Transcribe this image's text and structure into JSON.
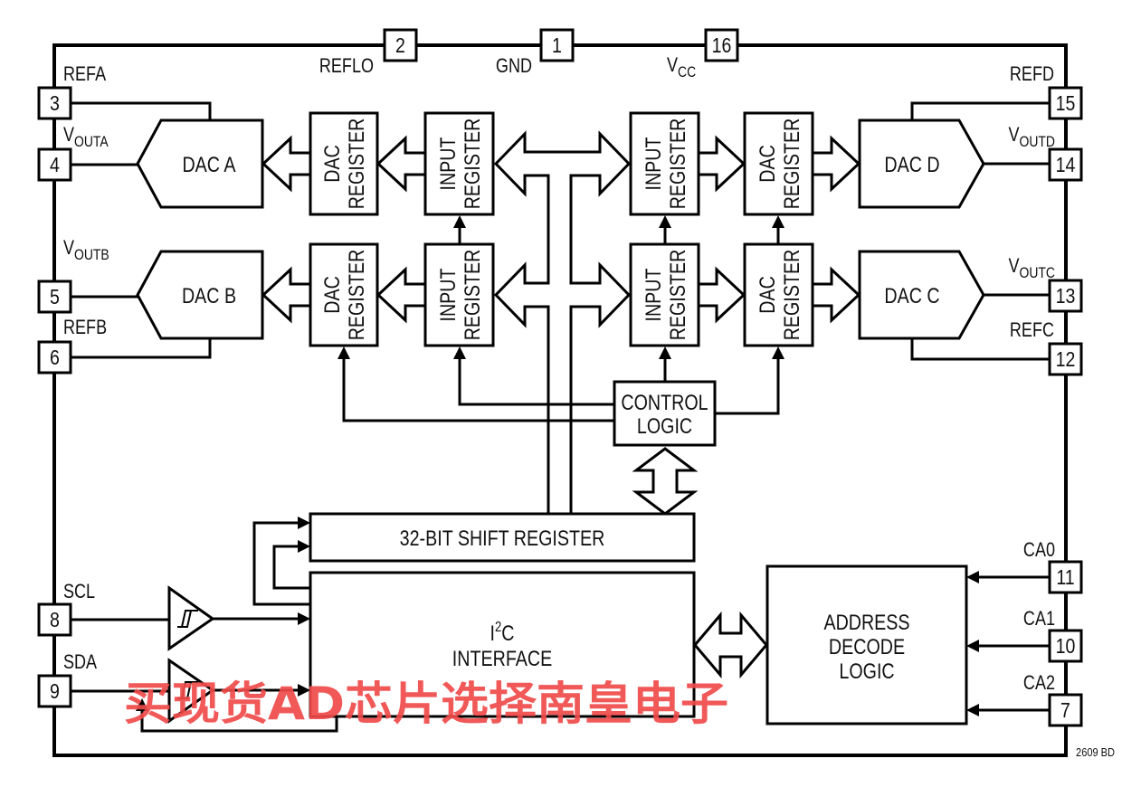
{
  "figure": {
    "ref": "2609 BD",
    "watermark": "买现货AD芯片选择南皇电子"
  },
  "colors": {
    "line": "#000000",
    "watermark": "#f04a4a"
  },
  "pins": {
    "p1": {
      "number": "1",
      "label": "GND"
    },
    "p2": {
      "number": "2",
      "label": "REFLO"
    },
    "p16": {
      "number": "16",
      "label_main": "V",
      "label_sub": "CC"
    },
    "p3": {
      "number": "3",
      "label": "REFA"
    },
    "p4": {
      "number": "4",
      "label_main": "V",
      "label_sub": "OUTA"
    },
    "p5": {
      "number": "5",
      "label_main": "V",
      "label_sub": "OUTB"
    },
    "p6": {
      "number": "6",
      "label": "REFB"
    },
    "p8": {
      "number": "8",
      "label": "SCL"
    },
    "p9": {
      "number": "9",
      "label": "SDA"
    },
    "p15": {
      "number": "15",
      "label": "REFD"
    },
    "p14": {
      "number": "14",
      "label_main": "V",
      "label_sub": "OUTD"
    },
    "p13": {
      "number": "13",
      "label_main": "V",
      "label_sub": "OUTC"
    },
    "p12": {
      "number": "12",
      "label": "REFC"
    },
    "p11": {
      "number": "11",
      "label": "CA0"
    },
    "p10": {
      "number": "10",
      "label": "CA1"
    },
    "p7": {
      "number": "7",
      "label": "CA2"
    }
  },
  "blocks": {
    "dac_a": "DAC A",
    "dac_b": "DAC B",
    "dac_c": "DAC C",
    "dac_d": "DAC D",
    "dac_register": {
      "line1": "DAC",
      "line2": "REGISTER"
    },
    "input_register": {
      "line1": "INPUT",
      "line2": "REGISTER"
    },
    "control_logic": {
      "line1": "CONTROL",
      "line2": "LOGIC"
    },
    "shift_register": "32-BIT SHIFT REGISTER",
    "i2c_interface": {
      "prefix": "I",
      "sup": "2",
      "suffix": "C",
      "line2": "INTERFACE"
    },
    "address_decode": {
      "line1": "ADDRESS",
      "line2": "DECODE",
      "line3": "LOGIC"
    }
  }
}
